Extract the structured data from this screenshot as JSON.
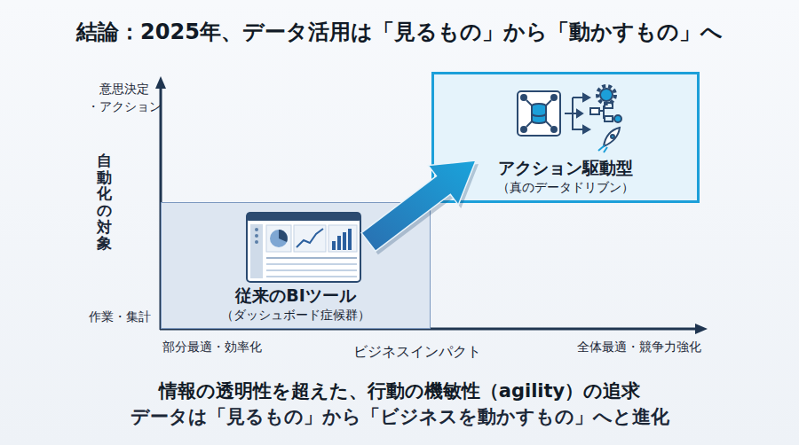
{
  "diagram": {
    "title": "結論：2025年、データ活用は「見るもの」から「動かすもの」へ",
    "caption": "情報の透明性を超えた、行動の機敏性（agility）の追求",
    "nodes": [
      {
        "text": [
          "アクション駆動型",
          "（真のデータドリブン）"
        ]
      },
      {
        "text": [
          "従来のBIツール",
          "（ダッシュボード症候群）"
        ]
      }
    ],
    "edges": [
      {
        "from": 1,
        "to": 0,
        "arrow": "to"
      }
    ],
    "labels": [
      "意思決定",
      "・アクション",
      "自動化の対象",
      "作業・集計",
      "部分最適・効率化",
      "ビジネスインパクト",
      "全体最適・競争力強化",
      "データは「見るもの」から「ビジネスを動かすもの」へと進化"
    ]
  }
}
